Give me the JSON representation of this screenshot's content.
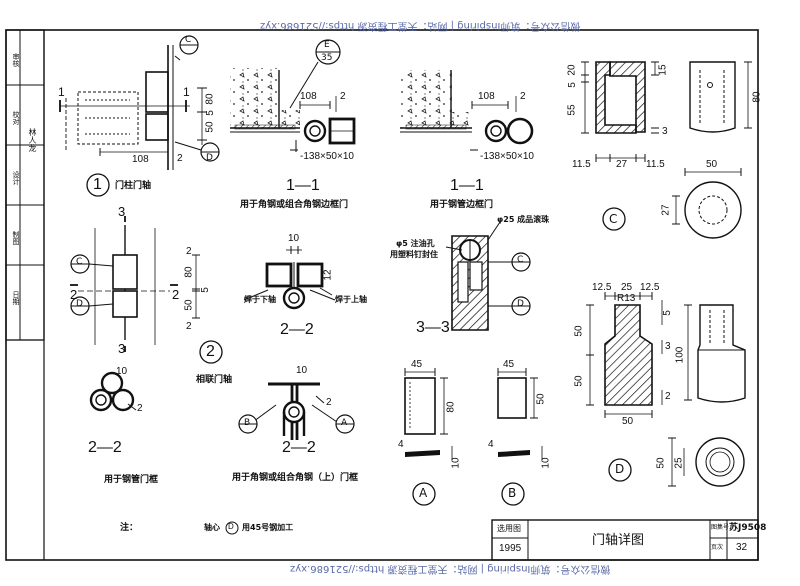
{
  "watermark": {
    "top": "微信公众号：筑师Inspiring | 网站：天堂工程资源 https://521686.xyz",
    "bottom": "微信公众号：筑师Inspiring | 网站：天堂工程资源 https://521686.xyz"
  },
  "side_strip": [
    "审核",
    "校对",
    "设计",
    "制图",
    "日期"
  ],
  "side_stamp": "林人龙",
  "detail1": {
    "number": "1",
    "title": "门柱门轴",
    "dims": {
      "w108": "108",
      "d2": "2",
      "d80": "80",
      "d50": "50",
      "d5": "5",
      "cut": "1"
    },
    "labels": {
      "c": "C",
      "d": "D"
    }
  },
  "sec11a": {
    "title": "1—1",
    "caption": "用于角钢或组合角钢边框门",
    "dims": {
      "w108": "108",
      "d2": "2",
      "bottom": "-138×50×10"
    },
    "badge": {
      "letter": "E",
      "num": "35"
    }
  },
  "sec11b": {
    "title": "1—1",
    "caption": "用于钢管边框门",
    "dims": {
      "w108": "108",
      "d2": "2",
      "bottom": "-138×50×10"
    }
  },
  "detailC": {
    "label": "C",
    "dims": {
      "d20": "20",
      "d5": "5",
      "d55": "55",
      "d15": "15",
      "d80": "80",
      "d3": "3",
      "w115a": "11.5",
      "w27": "27",
      "w115b": "11.5",
      "w50": "50",
      "d27": "27"
    }
  },
  "detail2": {
    "number": "2",
    "title": "相联门轴",
    "dims": {
      "d80": "80",
      "d50": "50",
      "d2a": "2",
      "d5": "5",
      "d2b": "2",
      "cut3": "3",
      "cut2": "2"
    },
    "labels": {
      "c": "C",
      "d": "D"
    }
  },
  "sec22a": {
    "title": "2—2",
    "caption": "",
    "dims": {
      "d10": "10",
      "d12": "12"
    },
    "notes": {
      "left": "焊于下轴",
      "right": "焊于上轴"
    }
  },
  "sec33": {
    "title": "3—3",
    "notes": {
      "top": "φ25 成品滚珠",
      "hole": "φ5 注油孔",
      "seal": "用塑料钉封住"
    },
    "labels": {
      "c": "C",
      "d": "D"
    }
  },
  "sec22b": {
    "title": "2—2",
    "caption": "用于钢管门框",
    "dims": {
      "d10": "10",
      "d2": "2"
    }
  },
  "sec22c": {
    "title": "2—2",
    "caption": "用于角钢或组合角钢（上）门框",
    "dims": {
      "d10": "10",
      "d2": "2"
    },
    "labels": {
      "b": "B",
      "a": "A"
    }
  },
  "detailA": {
    "label": "A",
    "dims": {
      "w45": "45",
      "d80": "80",
      "d4": "4",
      "d10": "10"
    }
  },
  "detailB": {
    "label": "B",
    "dims": {
      "w45": "45",
      "d50": "50",
      "d4": "4",
      "d10": "10"
    }
  },
  "detailD": {
    "label": "D",
    "dims": {
      "w125a": "12.5",
      "w25": "25",
      "w125b": "12.5",
      "r13": "R13",
      "d50a": "50",
      "d50b": "50",
      "d5": "5",
      "d3": "3",
      "d2": "2",
      "d100": "100",
      "w50": "50",
      "d50c": "50",
      "d25": "25"
    }
  },
  "note": {
    "prefix": "注：",
    "text1": "轴心",
    "circled": "D",
    "text2": "用45号钢加工"
  },
  "title_block": {
    "label_use": "选用图",
    "year": "1995",
    "title": "门轴详图",
    "atlas_label": "图集号",
    "atlas": "苏J9508",
    "page_label": "页次",
    "page": "32"
  }
}
